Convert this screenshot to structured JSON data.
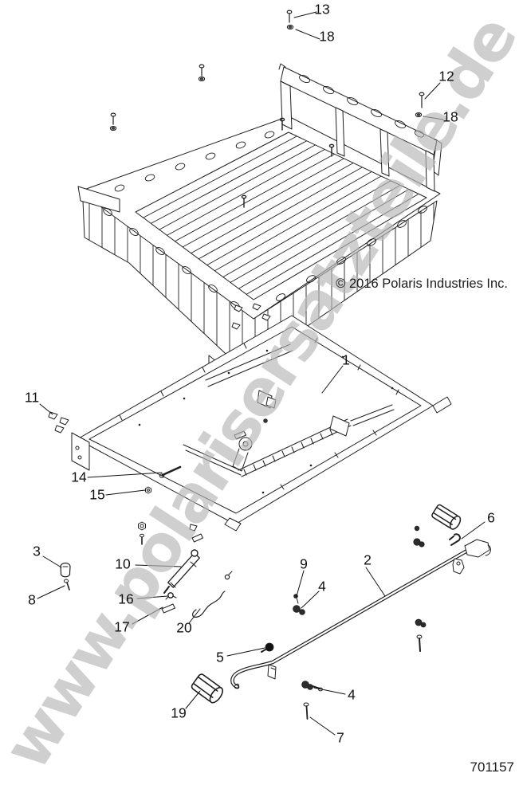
{
  "watermark": {
    "text": "www.polarisersatzteile.de"
  },
  "footer": {
    "copyright": "© 2016 Polaris Industries Inc.",
    "drawing_number": "701157"
  },
  "callouts": [
    {
      "label": "13"
    },
    {
      "label": "18"
    },
    {
      "label": "12"
    },
    {
      "label": "18"
    },
    {
      "label": "1"
    },
    {
      "label": "11"
    },
    {
      "label": "14"
    },
    {
      "label": "15"
    },
    {
      "label": "3"
    },
    {
      "label": "8"
    },
    {
      "label": "10"
    },
    {
      "label": "16"
    },
    {
      "label": "17"
    },
    {
      "label": "20"
    },
    {
      "label": "9"
    },
    {
      "label": "4"
    },
    {
      "label": "2"
    },
    {
      "label": "6"
    },
    {
      "label": "5"
    },
    {
      "label": "19"
    },
    {
      "label": "4"
    },
    {
      "label": "7"
    }
  ]
}
